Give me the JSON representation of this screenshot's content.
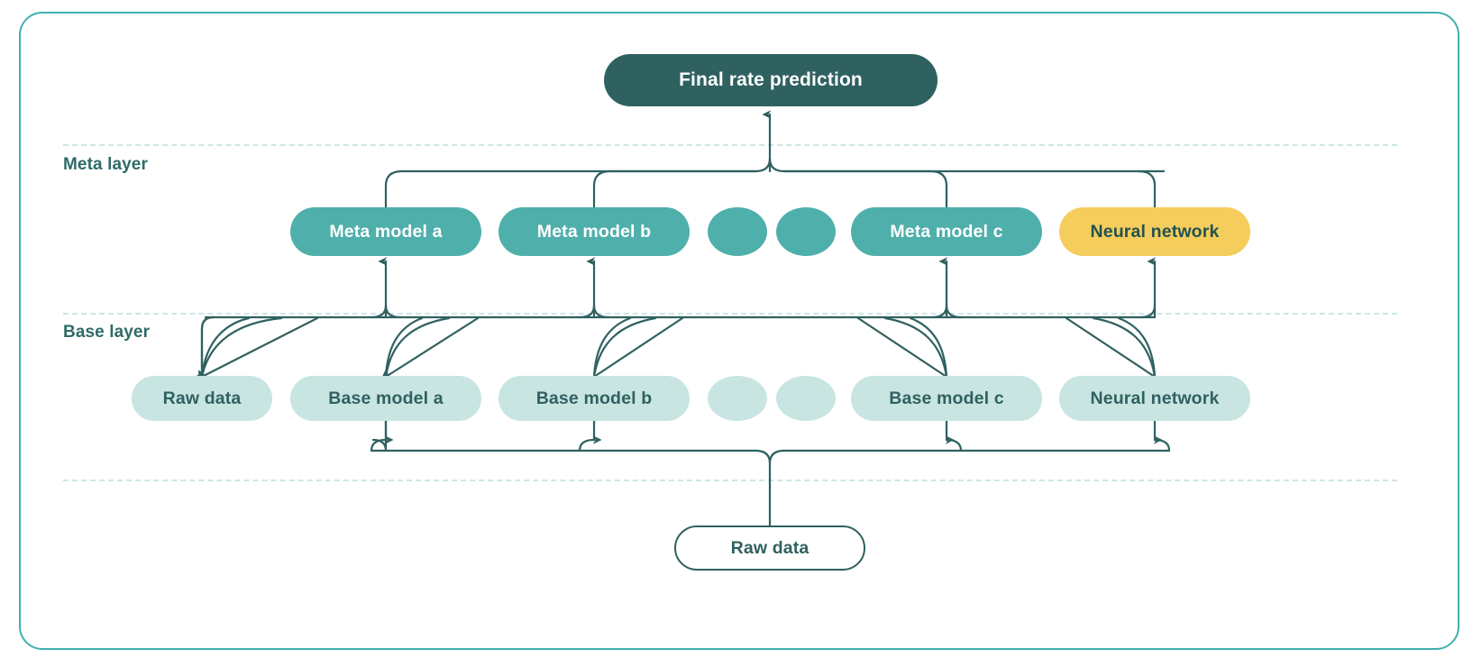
{
  "diagram": {
    "title_node": {
      "label": "Final rate prediction"
    },
    "layers": [
      {
        "name": "meta-layer",
        "label": "Meta layer"
      },
      {
        "name": "base-layer",
        "label": "Base layer"
      }
    ],
    "meta_row": {
      "nodes": [
        {
          "label": "Meta model a",
          "kind": "pill",
          "accent": false
        },
        {
          "label": "Meta model b",
          "kind": "pill",
          "accent": false
        },
        {
          "label": "",
          "kind": "dot",
          "accent": false
        },
        {
          "label": "",
          "kind": "dot",
          "accent": false
        },
        {
          "label": "Meta model c",
          "kind": "pill",
          "accent": false
        },
        {
          "label": "Neural network",
          "kind": "pill",
          "accent": true
        }
      ]
    },
    "base_row": {
      "nodes": [
        {
          "label": "Raw data",
          "kind": "pill"
        },
        {
          "label": "Base model a",
          "kind": "pill"
        },
        {
          "label": "Base model b",
          "kind": "pill"
        },
        {
          "label": "",
          "kind": "dot"
        },
        {
          "label": "",
          "kind": "dot"
        },
        {
          "label": "Base model c",
          "kind": "pill"
        },
        {
          "label": "Neural network",
          "kind": "pill"
        }
      ]
    },
    "source_node": {
      "label": "Raw data"
    },
    "colors": {
      "frame_border": "#41B0B0",
      "final_fill": "#2F6160",
      "meta_fill": "#4FAFAB",
      "meta_accent_fill": "#F5CD5C",
      "base_fill": "#C8E5E2",
      "wire": "#2F6160",
      "divider": "#CFE6E4",
      "text_dark": "#2F6160",
      "text_light": "#FFFFFF",
      "accent_text": "#23524F",
      "background": "#FFFFFF"
    }
  }
}
